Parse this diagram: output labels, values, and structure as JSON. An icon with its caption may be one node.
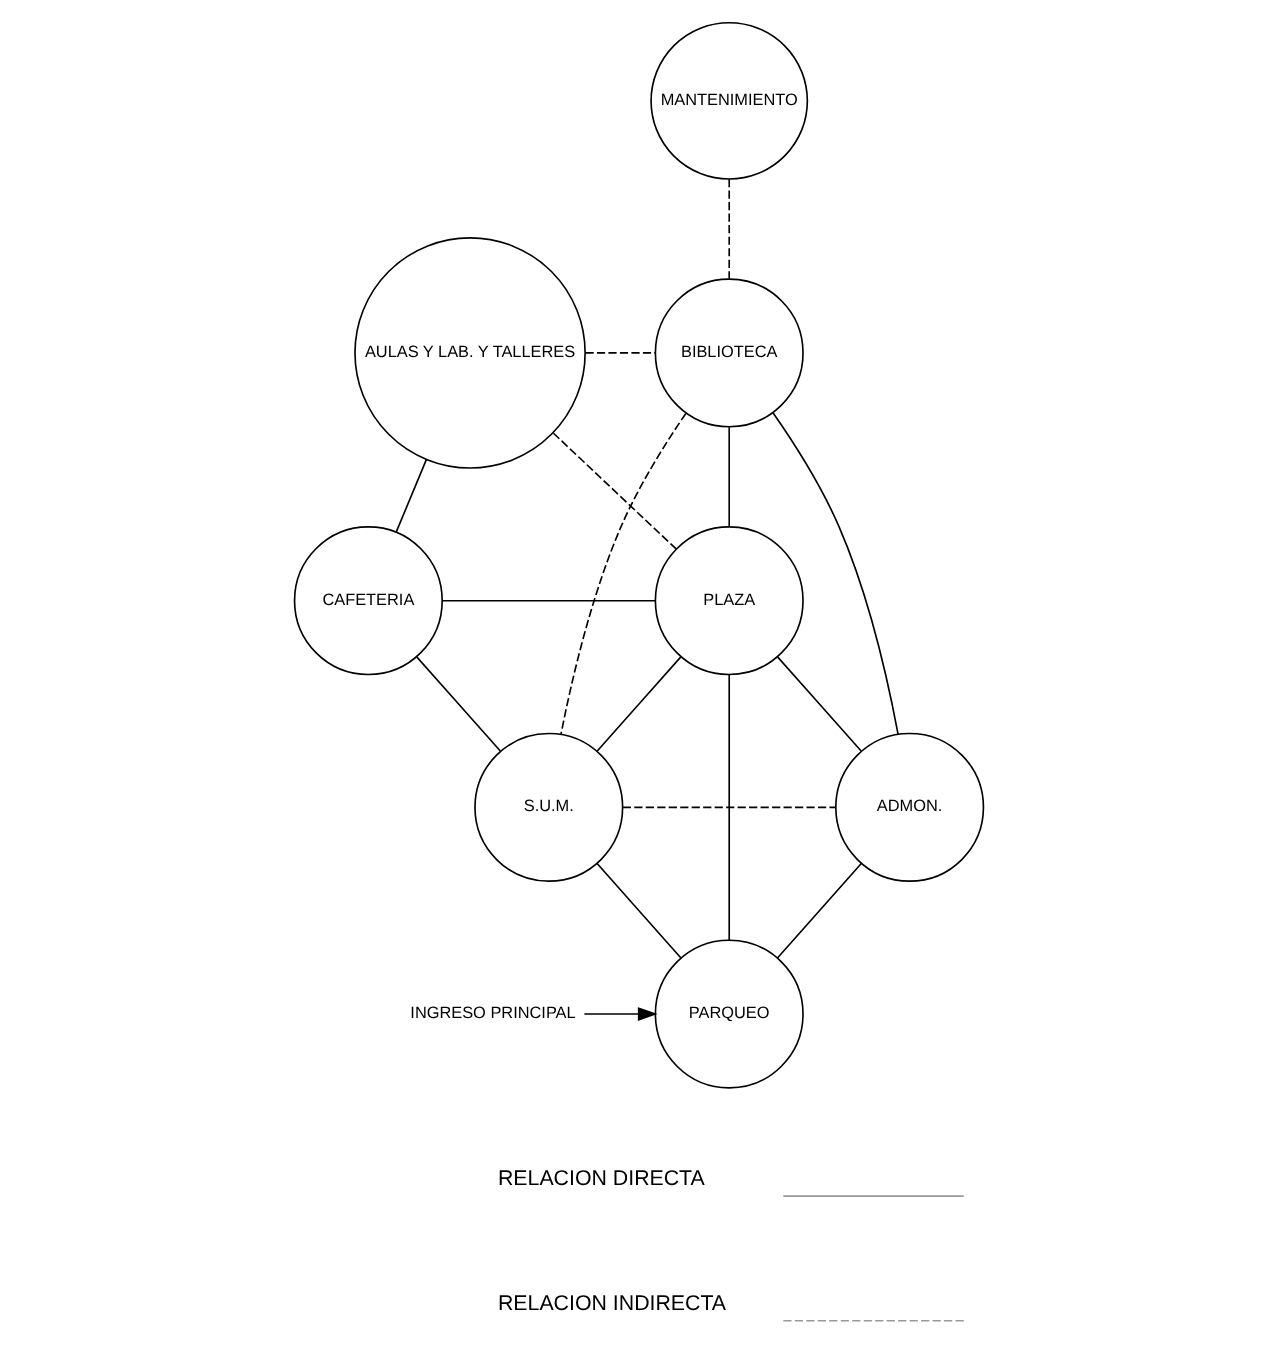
{
  "diagram": {
    "nodes": [
      {
        "text": [
          "MANTENIMIENTO"
        ]
      },
      {
        "text": [
          "AULAS Y LAB. Y TALLERES"
        ]
      },
      {
        "text": [
          "BIBLIOTECA"
        ]
      },
      {
        "text": [
          "CAFETERIA"
        ]
      },
      {
        "text": [
          "PLAZA"
        ]
      },
      {
        "text": [
          "ADMON."
        ]
      },
      {
        "text": [
          "S.U.M."
        ]
      },
      {
        "text": [
          "PARQUEO"
        ]
      },
      {
        "text": [
          "INGRESO PRINCIPAL"
        ]
      }
    ],
    "edges": [
      {
        "from": 0,
        "to": 2,
        "arrow": "none",
        "style": "dashed"
      },
      {
        "from": 1,
        "to": 2,
        "arrow": "none",
        "style": "dashed"
      },
      {
        "from": 1,
        "to": 3,
        "arrow": "none"
      },
      {
        "from": 1,
        "to": 4,
        "arrow": "none",
        "style": "dashed"
      },
      {
        "from": 3,
        "to": 4,
        "arrow": "none"
      },
      {
        "from": 2,
        "to": 4,
        "arrow": "none"
      },
      {
        "from": 2,
        "to": 6,
        "arrow": "none",
        "style": "dashed"
      },
      {
        "from": 2,
        "to": 5,
        "arrow": "none"
      },
      {
        "from": 4,
        "to": 6,
        "arrow": "none"
      },
      {
        "from": 4,
        "to": 5,
        "arrow": "none"
      },
      {
        "from": 4,
        "to": 7,
        "arrow": "none"
      },
      {
        "from": 3,
        "to": 6,
        "arrow": "none"
      },
      {
        "from": 6,
        "to": 5,
        "arrow": "none",
        "style": "dashed"
      },
      {
        "from": 6,
        "to": 7,
        "arrow": "none"
      },
      {
        "from": 5,
        "to": 7,
        "arrow": "none"
      },
      {
        "from": 8,
        "to": 7,
        "arrow": "to"
      }
    ],
    "legend": [
      {
        "text": "RELACION DIRECTA"
      },
      {
        "text": "RELACION INDIRECTA"
      }
    ]
  }
}
